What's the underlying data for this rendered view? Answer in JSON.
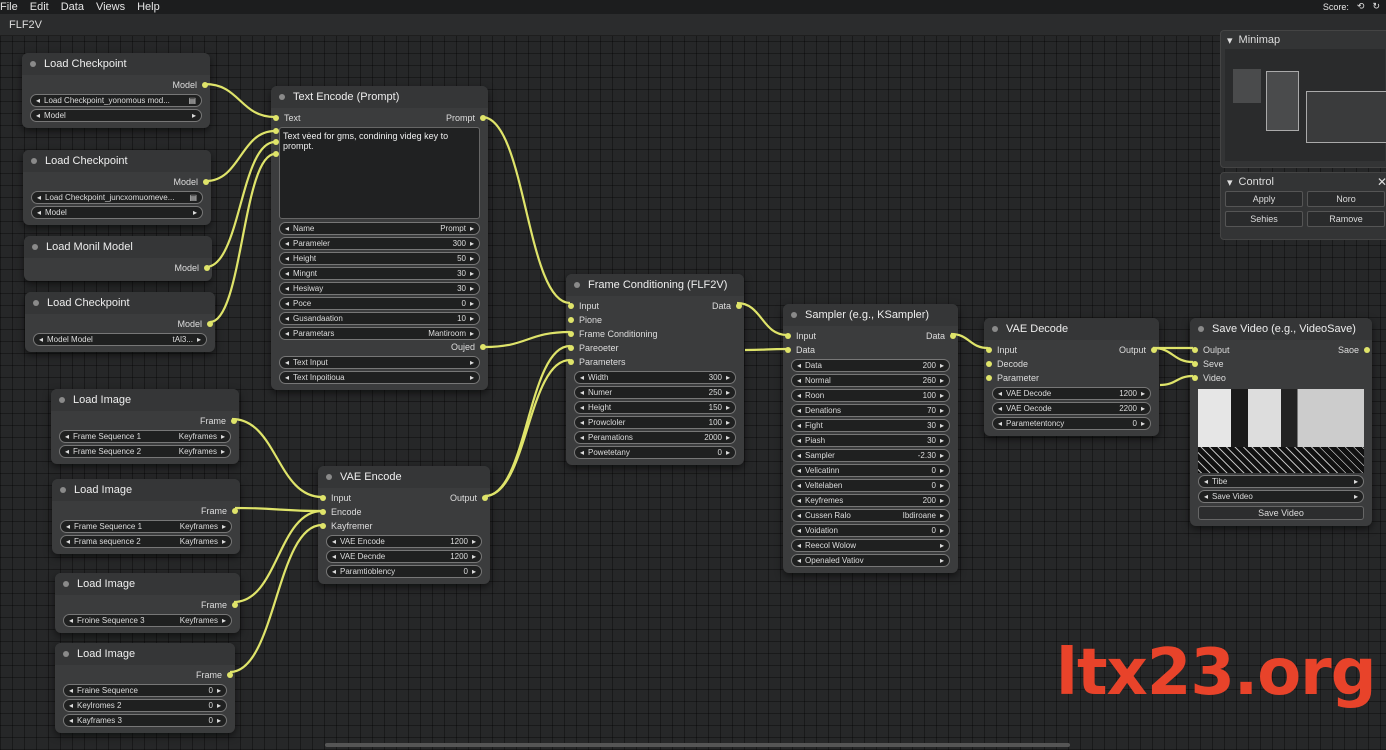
{
  "menu": {
    "items": [
      "File",
      "Edit",
      "Data",
      "Views",
      "Help"
    ],
    "score_label": "Score:"
  },
  "tab": {
    "title": "FLF2V"
  },
  "colors": {
    "wire": "#dfe46a",
    "watermark": "#e8432a"
  },
  "nodes": [
    {
      "title": "Load Checkpoint",
      "rows": [
        {
          "t": "io",
          "out": "Model"
        },
        {
          "t": "file",
          "label": "Load Checkpoint_yonomous mod..."
        },
        {
          "t": "widget",
          "label": "Model",
          "value": ""
        }
      ]
    },
    {
      "title": "Load Checkpoint",
      "rows": [
        {
          "t": "io",
          "out": "Model"
        },
        {
          "t": "file",
          "label": "Load Checkpoint_juncxomuomeve..."
        },
        {
          "t": "widget",
          "label": "Model",
          "value": ""
        }
      ]
    },
    {
      "title": "Load Monil Model",
      "rows": [
        {
          "t": "io",
          "out": "Model"
        }
      ]
    },
    {
      "title": "Load Checkpoint",
      "rows": [
        {
          "t": "io",
          "out": "Model"
        },
        {
          "t": "widget",
          "label": "Model Model",
          "value": "tAl3..."
        }
      ]
    },
    {
      "title": "Text Encode (Prompt)",
      "rows": [
        {
          "t": "io",
          "in": "Text",
          "out": "Prompt"
        },
        {
          "t": "text",
          "value": "Text vėed for gms, condining videg key to prompt."
        },
        {
          "t": "widget",
          "label": "Name",
          "value": "Prompt"
        },
        {
          "t": "widget",
          "label": "Parameler",
          "value": "300"
        },
        {
          "t": "widget",
          "label": "Height",
          "value": "50"
        },
        {
          "t": "widget",
          "label": "Mingnt",
          "value": "30"
        },
        {
          "t": "widget",
          "label": "Hesiway",
          "value": "30"
        },
        {
          "t": "widget",
          "label": "Poce",
          "value": "0"
        },
        {
          "t": "widget",
          "label": "Gusandaation",
          "value": "10"
        },
        {
          "t": "widget",
          "label": "Parametars",
          "value": "Mantiroom"
        },
        {
          "t": "io",
          "out": "Oujed"
        },
        {
          "t": "widget",
          "label": "Text Input",
          "value": ""
        },
        {
          "t": "widget",
          "label": "Text Inpoitioua",
          "value": ""
        }
      ]
    },
    {
      "title": "Load Image",
      "rows": [
        {
          "t": "io",
          "out": "Frame"
        },
        {
          "t": "widget",
          "label": "Frame Sequence 1",
          "value": "Keyframes"
        },
        {
          "t": "widget",
          "label": "Frame Sequence 2",
          "value": "Keyframes"
        }
      ]
    },
    {
      "title": "Load Image",
      "rows": [
        {
          "t": "io",
          "out": "Frame"
        },
        {
          "t": "widget",
          "label": "Frame Sequence 1",
          "value": "Keyframes"
        },
        {
          "t": "widget",
          "label": "Frama sequence 2",
          "value": "Kayframes"
        }
      ]
    },
    {
      "title": "Load Image",
      "rows": [
        {
          "t": "io",
          "out": "Frame"
        },
        {
          "t": "widget",
          "label": "Froine Sequence 3",
          "value": "Keyframes"
        }
      ]
    },
    {
      "title": "Load Image",
      "rows": [
        {
          "t": "io",
          "out": "Frame"
        },
        {
          "t": "widget",
          "label": "Fraine Sequence",
          "value": "0"
        },
        {
          "t": "widget",
          "label": "Keylromes 2",
          "value": "0"
        },
        {
          "t": "widget",
          "label": "Kayframes 3",
          "value": "0"
        }
      ]
    },
    {
      "title": "VAE Encode",
      "rows": [
        {
          "t": "io",
          "in": "Input",
          "out": "Output"
        },
        {
          "t": "io",
          "in": "Encode"
        },
        {
          "t": "io",
          "in": "Kayfremer"
        },
        {
          "t": "widget",
          "label": "VAE Encode",
          "value": "1200"
        },
        {
          "t": "widget",
          "label": "VAE Decnde",
          "value": "1200"
        },
        {
          "t": "widget",
          "label": "Paramtioblency",
          "value": "0"
        }
      ]
    },
    {
      "title": "Frame Conditioning (FLF2V)",
      "rows": [
        {
          "t": "io",
          "in": "Input",
          "out": "Data"
        },
        {
          "t": "io",
          "in": "Pione"
        },
        {
          "t": "io",
          "in": "Frame Conditioning"
        },
        {
          "t": "io",
          "in": "Pareoeter"
        },
        {
          "t": "io",
          "in": "Parameters"
        },
        {
          "t": "widget",
          "label": "Width",
          "value": "300"
        },
        {
          "t": "widget",
          "label": "Numer",
          "value": "250"
        },
        {
          "t": "widget",
          "label": "Height",
          "value": "150"
        },
        {
          "t": "widget",
          "label": "Prowcloler",
          "value": "100"
        },
        {
          "t": "widget",
          "label": "Peramations",
          "value": "2000"
        },
        {
          "t": "widget",
          "label": "Powetetany",
          "value": "0"
        }
      ]
    },
    {
      "title": "Sampler (e.g., KSampler)",
      "rows": [
        {
          "t": "io",
          "in": "Input",
          "out": "Data"
        },
        {
          "t": "io",
          "in": "Data"
        },
        {
          "t": "widget",
          "label": "Data",
          "value": "200"
        },
        {
          "t": "widget",
          "label": "Normal",
          "value": "260"
        },
        {
          "t": "widget",
          "label": "Roon",
          "value": "100"
        },
        {
          "t": "widget",
          "label": "Denations",
          "value": "70"
        },
        {
          "t": "widget",
          "label": "Fight",
          "value": "30"
        },
        {
          "t": "widget",
          "label": "Piash",
          "value": "30"
        },
        {
          "t": "widget",
          "label": "Sampler",
          "value": "-2.30"
        },
        {
          "t": "widget",
          "label": "Velicatinn",
          "value": "0"
        },
        {
          "t": "widget",
          "label": "Veltelaben",
          "value": "0"
        },
        {
          "t": "widget",
          "label": "Keyfremes",
          "value": "200"
        },
        {
          "t": "widget",
          "label": "Cussen Ralo",
          "value": "Ibdiroane"
        },
        {
          "t": "widget",
          "label": "Voidation",
          "value": "0"
        },
        {
          "t": "widget",
          "label": "Reecol Wolow",
          "value": ""
        },
        {
          "t": "widget",
          "label": "Openaled Vatiov",
          "value": ""
        }
      ]
    },
    {
      "title": "VAE Decode",
      "rows": [
        {
          "t": "io",
          "in": "Input",
          "out": "Output"
        },
        {
          "t": "io",
          "in": "Decode"
        },
        {
          "t": "io",
          "in": "Parameter"
        },
        {
          "t": "widget",
          "label": "VAE Decode",
          "value": "1200"
        },
        {
          "t": "widget",
          "label": "VAE Oecode",
          "value": "2200"
        },
        {
          "t": "widget",
          "label": "Parametentoncy",
          "value": "0"
        }
      ]
    },
    {
      "title": "Save Video (e.g., VideoSave)",
      "rows": [
        {
          "t": "io",
          "in": "Oulput",
          "out": "Saoe"
        },
        {
          "t": "io",
          "in": "Seve"
        },
        {
          "t": "io",
          "in": "Video"
        },
        {
          "t": "preview"
        },
        {
          "t": "widget",
          "label": "Tibe",
          "value": ""
        },
        {
          "t": "widget",
          "label": "Save Video",
          "value": ""
        },
        {
          "t": "button",
          "label": "Save Video"
        }
      ]
    }
  ],
  "minimap": {
    "title": "Minimap"
  },
  "control": {
    "title": "Control",
    "buttons": [
      "Apply",
      "Noro",
      "Sehies",
      "Ramove"
    ]
  },
  "watermark": "ltx23.org"
}
